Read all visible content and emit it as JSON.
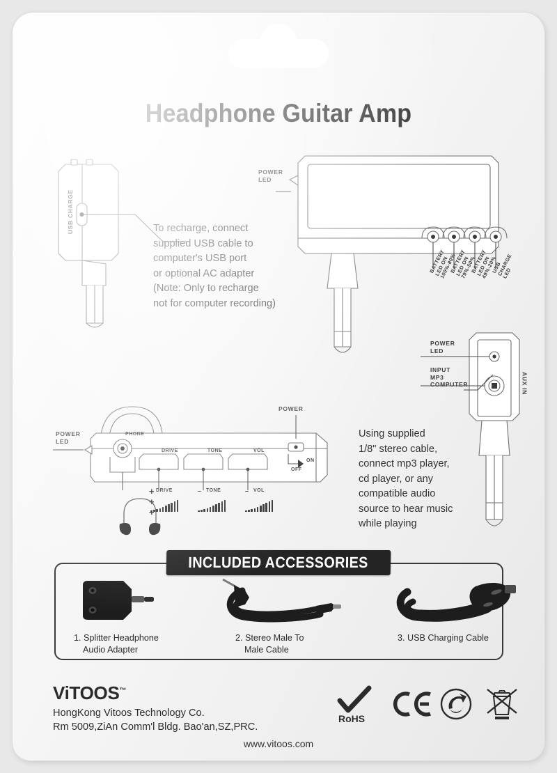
{
  "product": {
    "title": "Headphone Guitar Amp"
  },
  "usb_charge_diagram": {
    "device_label": "USB CHARGE",
    "note": [
      "To recharge, connect",
      "supplied USB cable to",
      "computer's USB port",
      "or optional AC adapter",
      "(Note: Only to recharge",
      "not for computer recording)"
    ]
  },
  "top_amp_diagram": {
    "power_led_label": [
      "POWER",
      "LED"
    ],
    "led_labels": [
      {
        "lines": [
          "BATTERY",
          "LED ON",
          "100%-80%"
        ]
      },
      {
        "lines": [
          "BATTERY",
          "LED ON",
          "79%-50%"
        ]
      },
      {
        "lines": [
          "BATTERY",
          "LED ON",
          "49%-20%"
        ]
      },
      {
        "lines": [
          "USB",
          "CHARGE",
          "LED"
        ]
      }
    ]
  },
  "aux_diagram": {
    "power_led_label": [
      "POWER",
      "LED"
    ],
    "input_label": [
      "INPUT",
      "MP3",
      "COMPUTER"
    ],
    "aux_label": "AUX IN",
    "note": [
      "Using supplied",
      "1/8\" stereo cable,",
      "connect mp3 player,",
      "cd player, or any",
      "compatible audio",
      "source to hear music",
      "while playing"
    ]
  },
  "control_panel": {
    "power_led_label": [
      "POWER",
      "LED"
    ],
    "phone_label": "PHONE",
    "power_label": "POWER",
    "switch_on": "ON",
    "switch_off": "OFF",
    "knob_labels": [
      "DRIVE",
      "TONE",
      "VOL"
    ],
    "scales": [
      {
        "name": "DRIVE",
        "minus": "–",
        "plus": "+",
        "label": "DRIVE"
      },
      {
        "name": "TONE",
        "minus": "–",
        "plus": "+",
        "label": "TONE"
      },
      {
        "name": "VOL",
        "minus": "–",
        "plus": "+",
        "label": "VOL"
      }
    ],
    "scale_bar_heights": [
      2,
      3,
      4,
      5,
      7,
      9,
      11,
      13,
      15,
      17
    ]
  },
  "accessories": {
    "banner": "INCLUDED ACCESSORIES",
    "items": [
      {
        "number": "1.",
        "name_lines": [
          "Splitter Headphone",
          "Audio Adapter"
        ],
        "icon": "splitter-adapter-icon"
      },
      {
        "number": "2.",
        "name_lines": [
          "Stereo Male To",
          "Male Cable"
        ],
        "icon": "stereo-cable-icon"
      },
      {
        "number": "3.",
        "name_lines": [
          "USB Charging Cable"
        ],
        "icon": "usb-cable-icon"
      }
    ]
  },
  "footer": {
    "brand": "ViTOOS",
    "brand_tm": "™",
    "company": "HongKong Vitoos Technology Co.",
    "address": "Rm 5009,ZiAn Comm'l Bldg. Bao'an,SZ,PRC.",
    "website": "www.vitoos.com",
    "certs": [
      {
        "id": "rohs-mark",
        "label": "RoHS"
      },
      {
        "id": "ce-mark",
        "label": "CE"
      },
      {
        "id": "recycle-mark",
        "label": ""
      },
      {
        "id": "weee-mark",
        "label": ""
      }
    ]
  },
  "colors": {
    "card": "#f6f6f6",
    "ink": "#2b2b2b",
    "line": "#6e6e6e",
    "banner_bg": "#242424",
    "product_black": "#1d1d1d"
  }
}
